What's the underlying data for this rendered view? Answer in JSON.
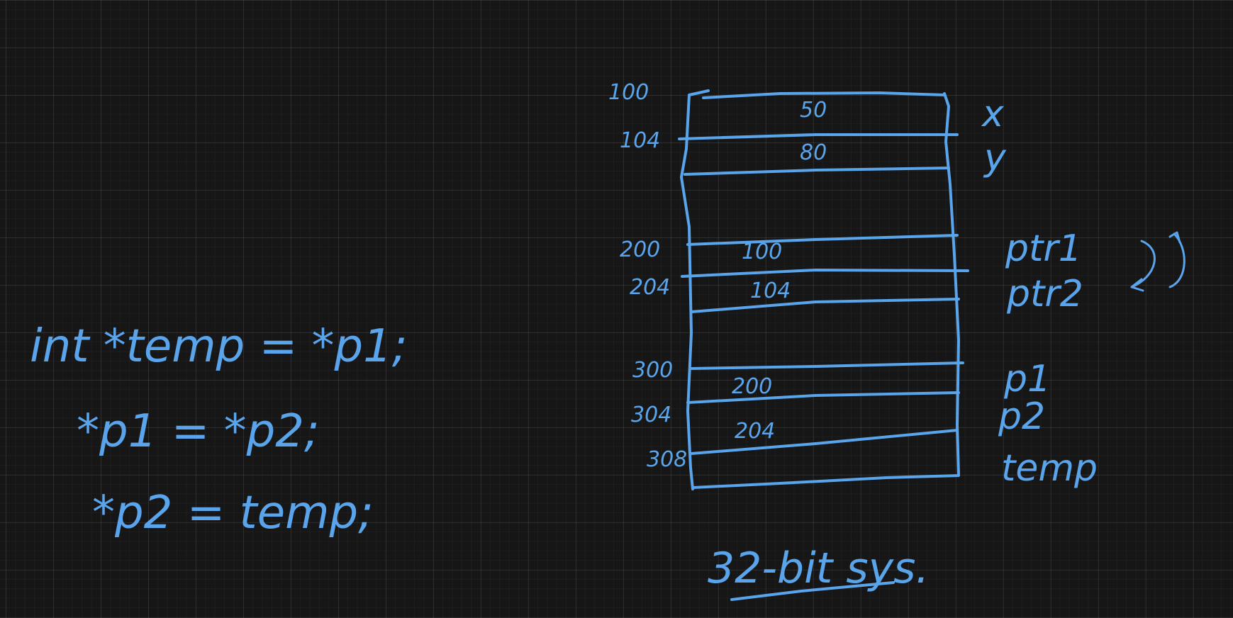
{
  "code": {
    "line1": "int *temp = *p1;",
    "line2": "*p1 = *p2;",
    "line3": "*p2 = temp;"
  },
  "memory": {
    "rows": [
      {
        "address": "100",
        "value": "50",
        "label": "x"
      },
      {
        "address": "104",
        "value": "80",
        "label": "y"
      },
      {
        "address": "200",
        "value": "100",
        "label": "ptr1"
      },
      {
        "address": "204",
        "value": "104",
        "label": "ptr2"
      },
      {
        "address": "300",
        "value": "200",
        "label": "p1"
      },
      {
        "address": "304",
        "value": "204",
        "label": "p2"
      },
      {
        "address": "308",
        "value": "",
        "label": "temp"
      }
    ]
  },
  "system_label": "32-bit sys.",
  "swap_arrow_icon": "curved-swap-arrows-icon",
  "colors": {
    "background": "#161616",
    "ink": "#5aa4ec"
  }
}
